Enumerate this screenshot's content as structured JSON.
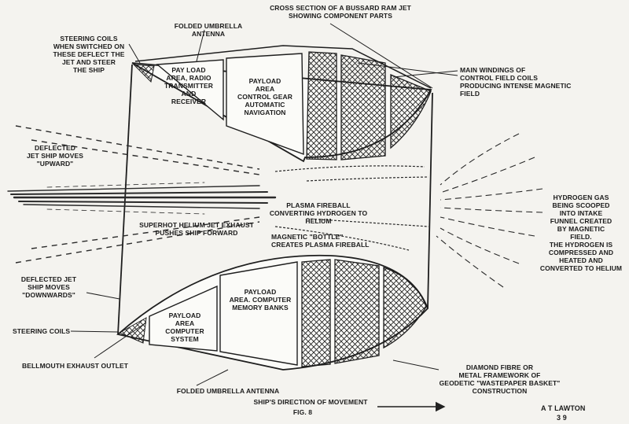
{
  "labels": {
    "title": "CROSS SECTION OF A BUSSARD RAM JET\nSHOWING COMPONENT PARTS",
    "steering_top": "STEERING COILS\nWHEN SWITCHED ON\nTHESE DEFLECT THE\nJET AND STEER\nTHE SHIP",
    "umbrella_top": "FOLDED UMBRELLA\nANTENNA",
    "payload_radio": "PAY LOAD\nAREA, RADIO\nTRANSMITTER\nAND\nRECEIVER",
    "payload_control": "PAYLOAD\nAREA\nCONTROL GEAR\nAUTOMATIC\nNAVIGATION",
    "main_windings": "MAIN WINDINGS OF\nCONTROL FIELD COILS\nPRODUCING INTENSE MAGNETIC\nFIELD",
    "deflected_up": "DEFLECTED\nJET SHIP MOVES\n\"UPWARD\"",
    "plasma_fireball": "PLASMA FIREBALL\nCONVERTING HYDROGEN TO\nHELIUM",
    "superhot": "SUPERHOT HELIUM JET EXHAUST\nPUSHES SHIP FORWARD",
    "magnetic_bottle": "MAGNETIC \"BOTTLE\"\nCREATES PLASMA FIREBALL",
    "hydrogen_gas": "HYDROGEN GAS\nBEING SCOOPED\nINTO INTAKE\nFUNNEL CREATED\nBY MAGNETIC\nFIELD.\nTHE HYDROGEN IS\nCOMPRESSED AND\nHEATED AND\nCONVERTED TO HELIUM",
    "deflected_down": "DEFLECTED JET\nSHIP MOVES\n\"DOWNWARDS\"",
    "payload_memory": "PAYLOAD\nAREA. COMPUTER\nMEMORY BANKS",
    "payload_computer": "PAYLOAD\nAREA\nCOMPUTER\nSYSTEM",
    "steering_bottom": "STEERING COILS",
    "bellmouth": "BELLMOUTH EXHAUST OUTLET",
    "diamond_fibre": "DIAMOND FIBRE OR\nMETAL FRAMEWORK OF\nGEODETIC \"WASTEPAPER BASKET\"\nCONSTRUCTION",
    "umbrella_bottom": "FOLDED UMBRELLA ANTENNA",
    "direction": "SHIP'S DIRECTION OF MOVEMENT",
    "fig": "FIG. 8",
    "author": "A T LAWTON",
    "author_num": "3   9"
  }
}
